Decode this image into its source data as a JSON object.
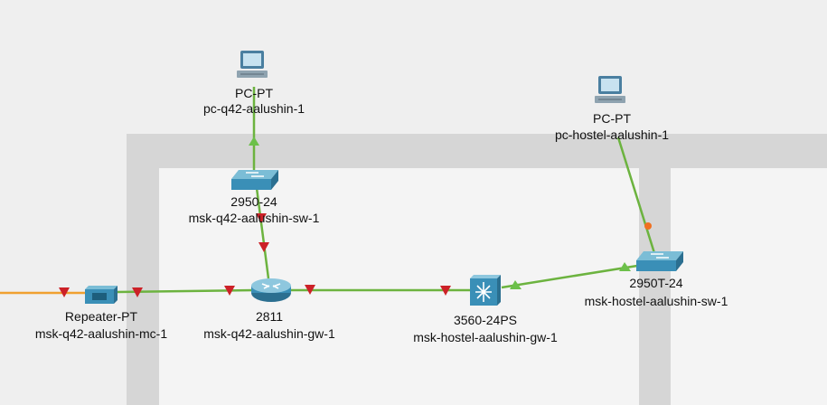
{
  "colors": {
    "link_green": "#6cb33f",
    "link_orange": "#f0a030",
    "port_down": "#cc2127",
    "port_up": "#6cc04a",
    "port_orange": "#f07020",
    "device_blue": "#3a8fb7",
    "wall_grey": "#d6d6d6"
  },
  "devices": {
    "pc_q42": {
      "model": "PC-PT",
      "name": "pc-q42-aalushin-1",
      "icon": "pc-icon"
    },
    "pc_hostel": {
      "model": "PC-PT",
      "name": "pc-hostel-aalushin-1",
      "icon": "pc-icon"
    },
    "sw_q42": {
      "model": "2950-24",
      "name": "msk-q42-aalushin-sw-1",
      "icon": "switch-icon"
    },
    "sw_hostel": {
      "model": "2950T-24",
      "name": "msk-hostel-aalushin-sw-1",
      "icon": "switch-icon"
    },
    "repeater": {
      "model": "Repeater-PT",
      "name": "msk-q42-aalushin-mc-1",
      "icon": "repeater-icon"
    },
    "router": {
      "model": "2811",
      "name": "msk-q42-aalushin-gw-1",
      "icon": "router-icon"
    },
    "l3switch": {
      "model": "3560-24PS",
      "name": "msk-hostel-aalushin-gw-1",
      "icon": "multilayer-switch-icon"
    }
  }
}
